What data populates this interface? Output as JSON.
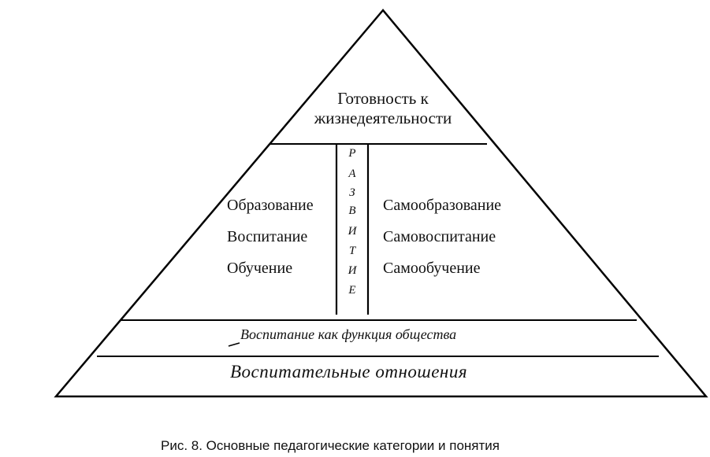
{
  "top": {
    "title_line1": "Готовность к",
    "title_line2": "жизнедеятельности"
  },
  "middle": {
    "left": [
      "Образование",
      "Воспитание",
      "Обучение"
    ],
    "right": [
      "Самообразование",
      "Самовоспитание",
      "Самообучение"
    ],
    "vertical_word": [
      "Р",
      "А",
      "З",
      "В",
      "И",
      "Т",
      "И",
      "Е"
    ]
  },
  "bands": {
    "upper": "Воспитание  как функция общества",
    "lower": "Воспитательные отношения"
  },
  "caption": "Рис. 8. Основные педагогические категории и понятия"
}
